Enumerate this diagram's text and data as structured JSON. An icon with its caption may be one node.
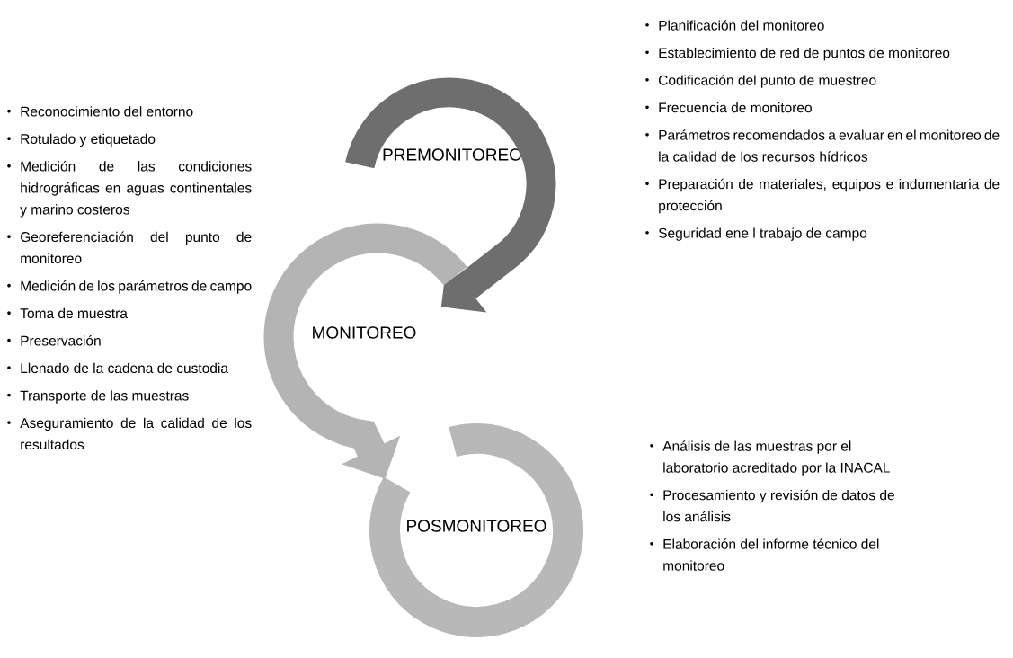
{
  "diagram": {
    "nodes": [
      {
        "text": [
          "PREMONITOREO"
        ]
      },
      {
        "text": [
          "MONITOREO"
        ]
      },
      {
        "text": [
          "POSMONITOREO"
        ]
      }
    ],
    "edges": [
      {
        "from": 0,
        "to": 1,
        "arrow": "to",
        "color": "#6e6e6e"
      },
      {
        "from": 1,
        "to": 2,
        "arrow": "to",
        "color": "#b4b4b4"
      }
    ],
    "labels": [
      "Planificación del monitoreo",
      "Establecimiento de red de puntos de monitoreo",
      "Codificación del punto de muestreo",
      "Frecuencia de monitoreo",
      "Parámetros recomendados a evaluar en el monitoreo de la calidad de los recursos hídricos",
      "Preparación de materiales, equipos e indumentaria de protección",
      "Seguridad ene l trabajo de campo",
      "Reconocimiento del entorno",
      "Rotulado y etiquetado",
      "Medición de las condiciones hidrográficas en aguas continentales y marino costeros",
      "Georeferenciación del punto de monitoreo",
      "Medición de los parámetros de campo",
      "Toma de muestra",
      "Preservación",
      "Llenado de la cadena de custodia",
      "Transporte de las muestras",
      "Aseguramiento de la calidad de los resultados",
      "Análisis de las muestras por el laboratorio acreditado por la INACAL",
      "Procesamiento y revisión de datos de los análisis",
      "Elaboración del informe técnico del monitoreo"
    ]
  }
}
